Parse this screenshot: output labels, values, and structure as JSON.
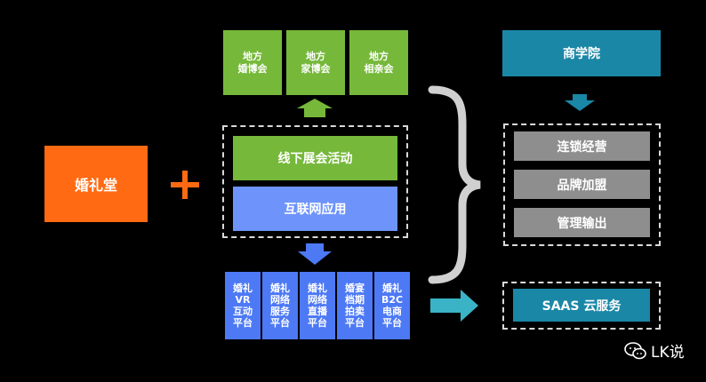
{
  "left": {
    "label": "婚礼堂",
    "color": "#ff6a13"
  },
  "plus": "+",
  "top_boxes": [
    {
      "line1": "地方",
      "line2": "婚博会"
    },
    {
      "line1": "地方",
      "line2": "家博会"
    },
    {
      "line1": "地方",
      "line2": "相亲会"
    }
  ],
  "middle": {
    "offline": "线下展会活动",
    "internet": "互联网应用"
  },
  "platforms": [
    [
      "婚礼",
      "VR",
      "互动",
      "平台"
    ],
    [
      "婚礼",
      "网络",
      "服务",
      "平台"
    ],
    [
      "婚礼",
      "网络",
      "直播",
      "平台"
    ],
    [
      "婚宴",
      "档期",
      "拍卖",
      "平台"
    ],
    [
      "婚礼",
      "B2C",
      "电商",
      "平台"
    ]
  ],
  "right": {
    "header": "商学院",
    "items": [
      "连锁经营",
      "品牌加盟",
      "管理输出"
    ],
    "saas": "SAAS 云服务"
  },
  "watermark": "LK说"
}
